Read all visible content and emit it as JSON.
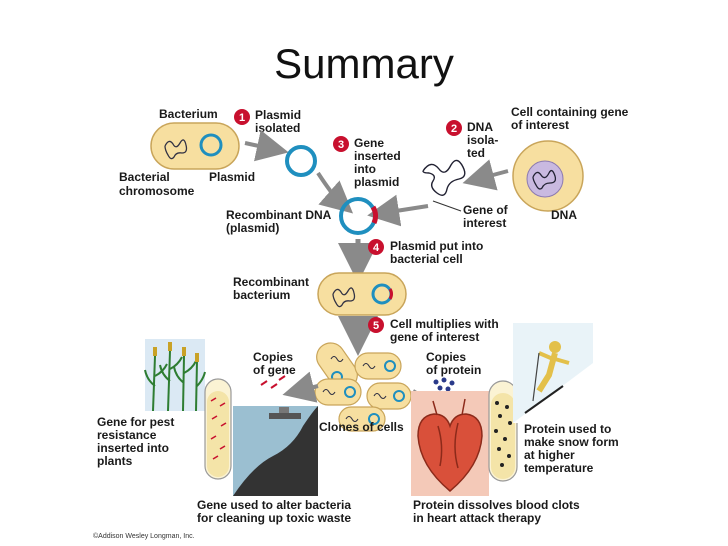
{
  "title": "Summary",
  "labels": {
    "bacterium": "Bacterium",
    "bacterial_chromosome": [
      "Bacterial",
      "chromosome"
    ],
    "plasmid": "Plasmid",
    "step1": [
      "Plasmid",
      "isolated"
    ],
    "step2": [
      "DNA",
      "isola-",
      "ted"
    ],
    "cell_gene": [
      "Cell containing gene",
      "of interest"
    ],
    "dna": "DNA",
    "step3": [
      "Gene",
      "inserted",
      "into",
      "plasmid"
    ],
    "recombinant_dna": [
      "Recombinant DNA",
      "(plasmid)"
    ],
    "gene_interest": [
      "Gene of",
      "interest"
    ],
    "step4": [
      "Plasmid put into",
      "bacterial cell"
    ],
    "recombinant_bacterium": [
      "Recombinant",
      "bacterium"
    ],
    "step5": [
      "Cell multiplies with",
      "gene of interest"
    ],
    "copies_gene": [
      "Copies",
      "of gene"
    ],
    "copies_protein": [
      "Copies",
      "of protein"
    ],
    "clones": "Clones of cells",
    "gene_pest": [
      "Gene for pest",
      "resistance",
      "inserted into",
      "plants"
    ],
    "protein_snow": [
      "Protein used to",
      "make snow form",
      "at higher",
      "temperature"
    ],
    "gene_toxic": [
      "Gene used to alter bacteria",
      "for cleaning up toxic waste"
    ],
    "protein_clots": [
      "Protein dissolves blood clots",
      "in heart attack therapy"
    ],
    "copyright": "©Addison Wesley Longman, Inc."
  },
  "steps": [
    "1",
    "2",
    "3",
    "4",
    "5"
  ],
  "colors": {
    "bacterium_fill": "#f7dfa0",
    "bacterium_stroke": "#c9a55a",
    "plasmid": "#1f8fbf",
    "insert": "#c8102e",
    "arrow": "#8a8a8a",
    "step_badge": "#c8102e",
    "heart": "#d9503a",
    "tube_fluid": "#f4e4a8"
  }
}
